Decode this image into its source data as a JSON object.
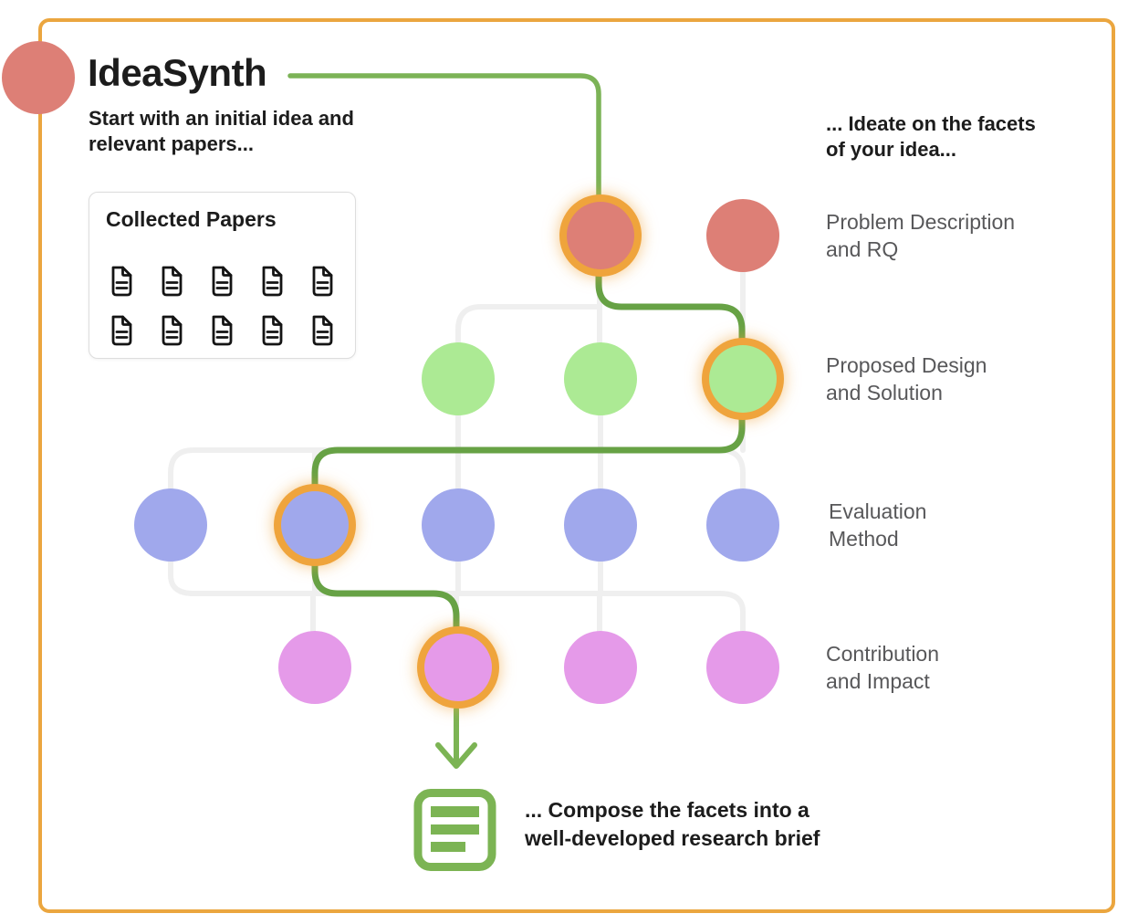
{
  "header": {
    "title": "IdeaSynth",
    "intro": "Start with an initial idea and\nrelevant papers...",
    "ideate": "... Ideate on the facets\nof your idea..."
  },
  "collected_papers": {
    "title": "Collected Papers",
    "count": 10,
    "icon": "file-text-icon"
  },
  "facet_rows": [
    {
      "id": "problem",
      "label": "Problem Description\nand RQ",
      "color": "#DD7F76",
      "columns": [
        4,
        5
      ],
      "highlighted_column": 4
    },
    {
      "id": "design",
      "label": "Proposed Design\nand Solution",
      "color": "#ACEA94",
      "columns": [
        3,
        4,
        5
      ],
      "highlighted_column": 5
    },
    {
      "id": "evaluation",
      "label": "Evaluation\nMethod",
      "color": "#A0A8EC",
      "columns": [
        1,
        2,
        3,
        4,
        5
      ],
      "highlighted_column": 2
    },
    {
      "id": "contribution",
      "label": "Contribution\nand Impact",
      "color": "#E59AE9",
      "columns": [
        2,
        3,
        4,
        5
      ],
      "highlighted_column": 3
    }
  ],
  "compose": {
    "text": "... Compose the facets into a\nwell-developed research brief",
    "icon": "document-brief-icon"
  },
  "colors": {
    "frame_orange": "#EBA63F",
    "logo_salmon": "#DD7F76",
    "highlight_orange": "#EFA43C",
    "route_green": "#67A245",
    "title_line_green": "#7CB357",
    "icon_green": "#7CB454",
    "rail_gray": "#EFEFEF",
    "label_gray": "#58585A",
    "text_black": "#1C1C1C",
    "card_border": "#DDDDDD"
  }
}
